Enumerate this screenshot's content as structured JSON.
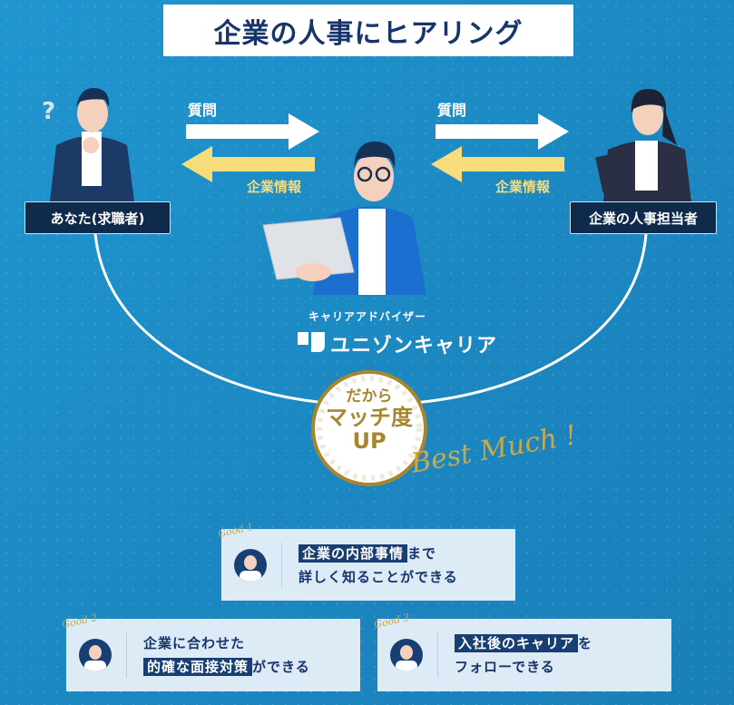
{
  "title": "企業の人事にヒアリング",
  "left_person": {
    "label": "あなた(求職者)",
    "question_mark": "?"
  },
  "right_person": {
    "label": "企業の人事担当者"
  },
  "arrows": {
    "left_question": "質問",
    "left_info": "企業情報",
    "right_question": "質問",
    "right_info": "企業情報"
  },
  "advisor": {
    "role": "キャリアアドバイザー",
    "brand": "ユニゾンキャリア"
  },
  "badge": {
    "line1": "だから",
    "line2": "マッチ度",
    "line3": "UP",
    "script": "Best Much !"
  },
  "cards": [
    {
      "tag": "Good 1",
      "highlight": "企業の内部事情",
      "after": "まで",
      "line2": "詳しく知ることができる"
    },
    {
      "tag": "Good 2",
      "line1": "企業に合わせた",
      "highlight": "的確な面接対策",
      "after": "ができる"
    },
    {
      "tag": "Good 3",
      "highlight": "入社後のキャリア",
      "after": "を",
      "line2": "フォローできる"
    }
  ],
  "colors": {
    "navy": "#17346b",
    "gold": "#a8862d",
    "yellow": "#f7dc7b",
    "bg": "#1f8ac4"
  }
}
